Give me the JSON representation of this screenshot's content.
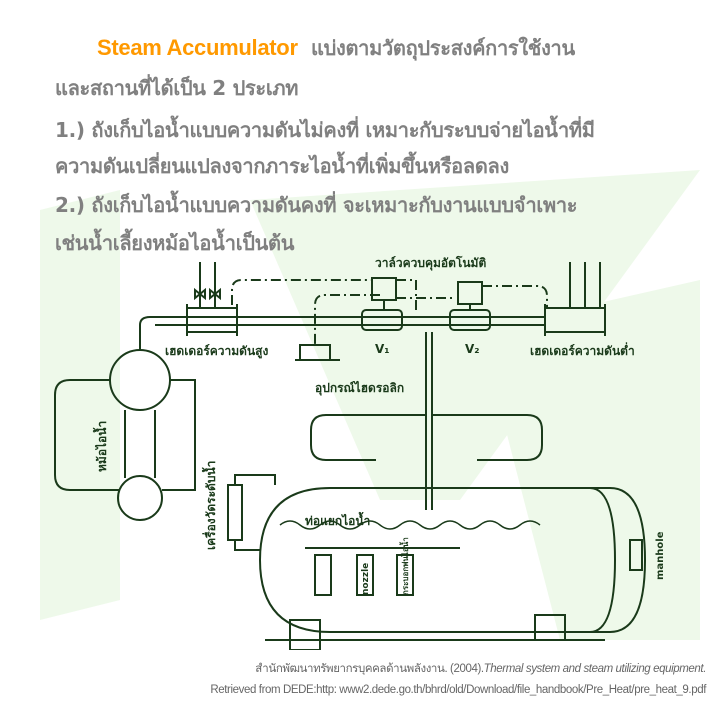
{
  "heading": {
    "title": "Steam Accumulator",
    "lines": [
      "แบ่งตามวัตถุประสงค์การใช้งาน",
      "และสถานที่ได้เป็น 2 ประเภท",
      "1.) ถังเก็บไอน้ำแบบความดันไม่คงที่ เหมาะกับระบบจ่ายไอน้ำที่มี",
      "ความดันเปลี่ยนแปลงจากภาระไอน้ำที่เพิ่มขึ้นหรือลดลง",
      "2.) ถังเก็บไอน้ำแบบความดันคงที่ จะเหมาะกับงานแบบจำเพาะ",
      "เช่นน้ำเลี้ยงหม้อไอน้ำเป็นต้น"
    ]
  },
  "diagram": {
    "labels": {
      "auto_valve": "วาล์วควบคุมอัตโนมัติ",
      "high_header": "เฮดเดอร์ความดันสูง",
      "low_header": "เฮดเดอร์ความดันต่ำ",
      "hydraulic": "อุปกรณ์ไฮดรอลิก",
      "v1": "V₁",
      "v2": "V₂",
      "boiler": "หม้อไอน้ำ",
      "level_gauge": "เครื่องวัดระดับน้ำ",
      "steam_pipe": "ท่อแยกไอน้ำ",
      "nozzle": "nozzle",
      "sparger": "กระบอกพ่นไอน้ำ",
      "manhole": "manhole"
    }
  },
  "citation": {
    "author_year": "สำนักพัฒนาทรัพยากรบุคคลด้านพลังงาน. (2004).",
    "title": "Thermal system and steam utilizing equipment.",
    "retrieved": "Retrieved from DEDE:http: www2.dede.go.th/bhrd/old/Download/file_handbook/Pre_Heat/pre_heat_9.pdf"
  },
  "colors": {
    "title": "#FF9900",
    "text": "#808080",
    "watermark": "#EAF8E6",
    "diagram": "#1a3a1a"
  }
}
